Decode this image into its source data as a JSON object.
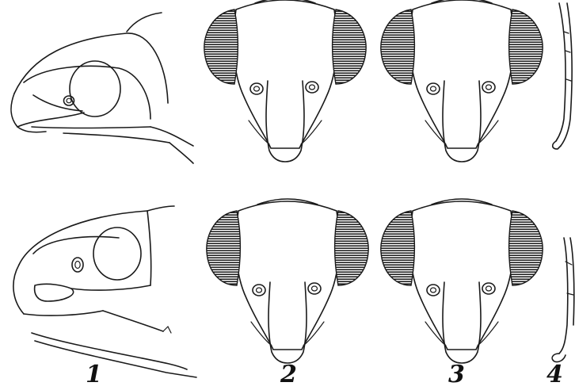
{
  "figure_labels": [
    "1",
    "2",
    "3",
    "4"
  ],
  "colors": {
    "ink": "#1a1a1a",
    "eye_shading": "#222222",
    "paper": "#ffffff"
  }
}
